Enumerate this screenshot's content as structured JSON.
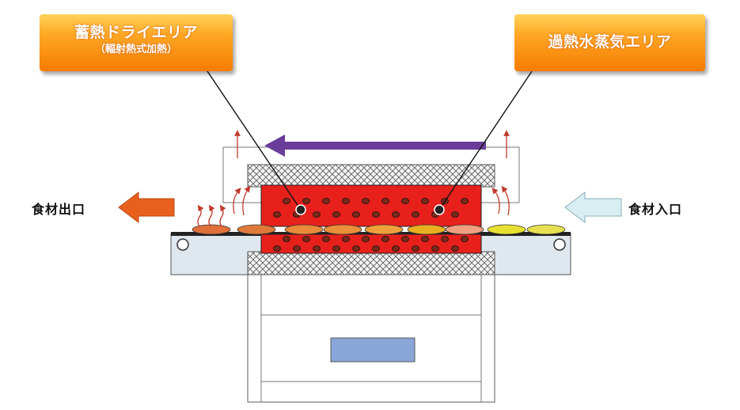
{
  "labels": {
    "dry_area_title": "蓄熱ドライエリア",
    "dry_area_sub": "（輻射熱式加熱）",
    "steam_area_title": "過熱水蒸気エリア",
    "outlet": "食材出口",
    "inlet": "食材入口"
  },
  "colors": {
    "heater": "#e8201c",
    "flow_arrow": "#6a3d9a",
    "outlet_arrow": "#e8601c",
    "inlet_arrow": "#d8eef2",
    "steam": "#c0392b",
    "conveyor": "#dfe7ef",
    "display": "#8aa6d8"
  },
  "plates": [
    "#e0703a",
    "#e07a3a",
    "#e88a3a",
    "#eb8f3a",
    "#f0a03a",
    "#e8b020",
    "#f0a080",
    "#e8e030",
    "#e8e050"
  ]
}
